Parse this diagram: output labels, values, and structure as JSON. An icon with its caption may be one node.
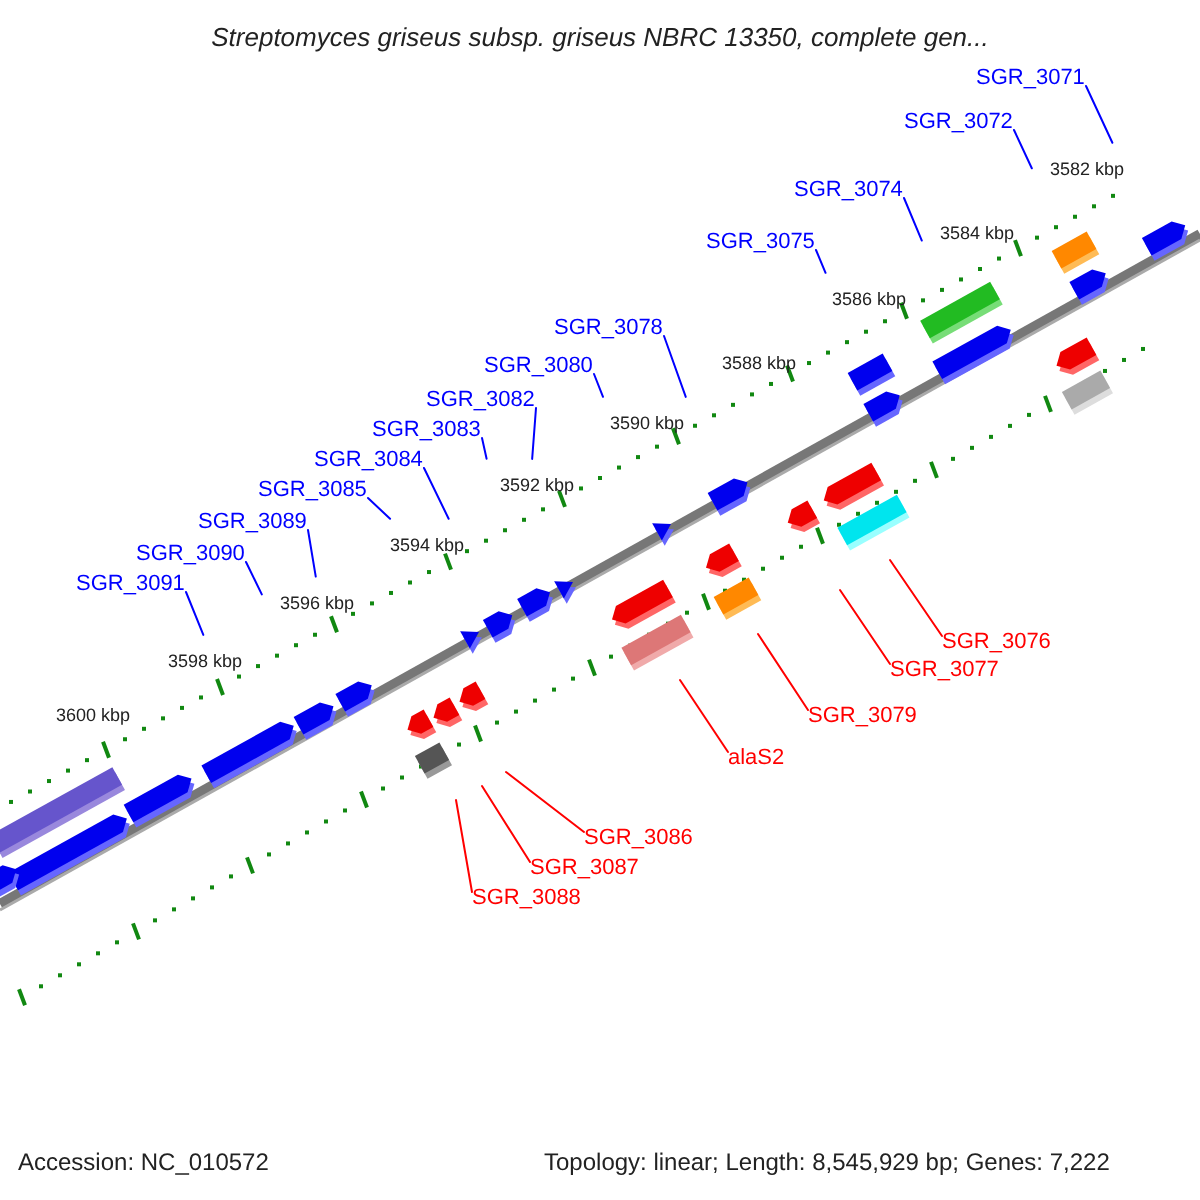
{
  "diagram": {
    "title": "Streptomyces griseus subsp. griseus NBRC 13350, complete gen...",
    "nodes": [
      {
        "text": [
          "SGR_3071"
        ]
      },
      {
        "text": [
          "SGR_3072"
        ]
      },
      {
        "text": [
          "SGR_3074"
        ]
      },
      {
        "text": [
          "SGR_3075"
        ]
      },
      {
        "text": [
          "SGR_3078"
        ]
      },
      {
        "text": [
          "SGR_3080"
        ]
      },
      {
        "text": [
          "SGR_3082"
        ]
      },
      {
        "text": [
          "SGR_3083"
        ]
      },
      {
        "text": [
          "SGR_3084"
        ]
      },
      {
        "text": [
          "SGR_3085"
        ]
      },
      {
        "text": [
          "SGR_3089"
        ]
      },
      {
        "text": [
          "SGR_3090"
        ]
      },
      {
        "text": [
          "SGR_3091"
        ]
      },
      {
        "text": [
          "SGR_3076"
        ]
      },
      {
        "text": [
          "SGR_3077"
        ]
      },
      {
        "text": [
          "SGR_3079"
        ]
      },
      {
        "text": [
          "alaS2"
        ]
      },
      {
        "text": [
          "SGR_3086"
        ]
      },
      {
        "text": [
          "SGR_3087"
        ]
      },
      {
        "text": [
          "SGR_3088"
        ]
      }
    ],
    "edges": [
      {
        "from": 0,
        "to": null,
        "arrow": "none"
      },
      {
        "from": 1,
        "to": null,
        "arrow": "none"
      },
      {
        "from": 2,
        "to": null,
        "arrow": "none"
      },
      {
        "from": 3,
        "to": null,
        "arrow": "none"
      },
      {
        "from": 4,
        "to": null,
        "arrow": "none"
      },
      {
        "from": 5,
        "to": null,
        "arrow": "none"
      },
      {
        "from": 6,
        "to": null,
        "arrow": "none"
      },
      {
        "from": 7,
        "to": null,
        "arrow": "none"
      },
      {
        "from": 8,
        "to": null,
        "arrow": "none"
      },
      {
        "from": 9,
        "to": null,
        "arrow": "none"
      },
      {
        "from": 10,
        "to": null,
        "arrow": "none"
      },
      {
        "from": 11,
        "to": null,
        "arrow": "none"
      },
      {
        "from": 12,
        "to": null,
        "arrow": "none"
      },
      {
        "from": 13,
        "to": null,
        "arrow": "none",
        "color": "#ff0000"
      },
      {
        "from": 14,
        "to": null,
        "arrow": "none",
        "color": "#ff0000"
      },
      {
        "from": 15,
        "to": null,
        "arrow": "none",
        "color": "#ff0000"
      },
      {
        "from": 16,
        "to": null,
        "arrow": "none",
        "color": "#ff0000"
      },
      {
        "from": 17,
        "to": null,
        "arrow": "none",
        "color": "#ff0000"
      },
      {
        "from": 18,
        "to": null,
        "arrow": "none",
        "color": "#ff0000"
      },
      {
        "from": 19,
        "to": null,
        "arrow": "none",
        "color": "#ff0000"
      }
    ],
    "labels": [
      "3582 kbp",
      "3584 kbp",
      "3586 kbp",
      "3588 kbp",
      "3590 kbp",
      "3592 kbp",
      "3594 kbp",
      "3596 kbp",
      "3598 kbp",
      "3600 kbp",
      "Accession: NC_010572",
      "Topology: linear; Length: 8,545,929 bp; Genes: 7,222"
    ]
  }
}
